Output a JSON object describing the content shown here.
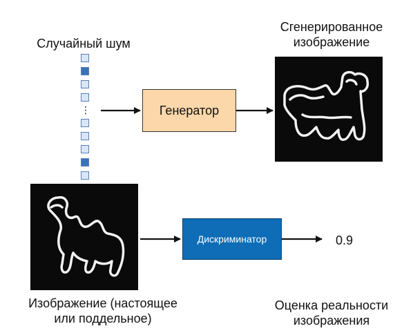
{
  "noise": {
    "label": "Случайный шум",
    "cells_top": [
      "light",
      "dark",
      "light",
      "light"
    ],
    "ellipsis": "⋮",
    "cells_bottom": [
      "light",
      "light",
      "light",
      "dark",
      "light"
    ]
  },
  "generator": {
    "label": "Генератор"
  },
  "generated_image": {
    "label_line1": "Сгенерированное",
    "label_line2": "изображение",
    "icon": "camel-sketch-generated"
  },
  "input_image": {
    "label_line1": "Изображение (настоящее",
    "label_line2": "или поддельное)",
    "icon": "camel-sketch-input"
  },
  "discriminator": {
    "label": "Дискриминатор"
  },
  "output": {
    "value": "0.9",
    "label_line1": "Оценка реальности",
    "label_line2": "изображения"
  },
  "colors": {
    "noise_light": "#dbe6f4",
    "noise_dark": "#3a74b8",
    "generator_fill": "#fbd7a9",
    "discriminator_fill": "#0e6db6",
    "image_bg": "#0a0a0a",
    "arrow": "#111111"
  }
}
